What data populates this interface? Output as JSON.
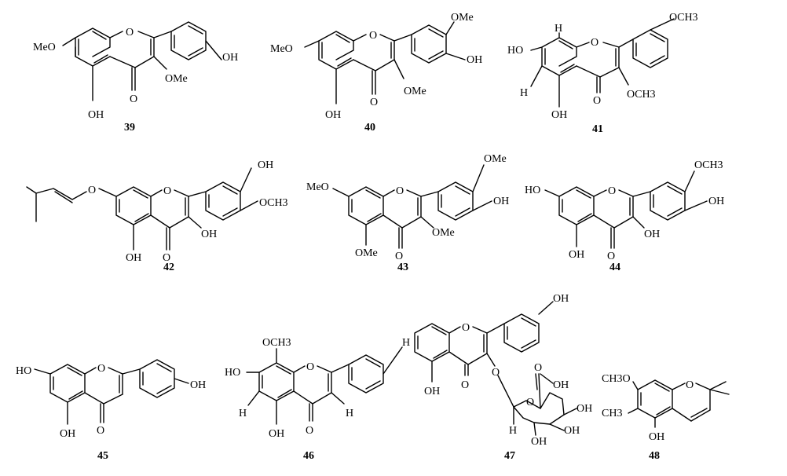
{
  "compounds": [
    {
      "number": "39",
      "labels": {
        "r7": "MeO",
        "r5": "OH",
        "r3": "OMe",
        "o1": "O",
        "c4o": "O",
        "b4": "OH"
      }
    },
    {
      "number": "40",
      "labels": {
        "r7": "MeO",
        "r5": "OH",
        "r3": "OMe",
        "o1": "O",
        "c4o": "O",
        "b3": "OMe",
        "b4": "OH"
      }
    },
    {
      "number": "41",
      "labels": {
        "r7": "HO",
        "r5": "OH",
        "r3": "OCH3",
        "o1": "O",
        "c4o": "O",
        "b4": "OCH3",
        "h8": "H",
        "h6": "H"
      }
    },
    {
      "number": "42",
      "labels": {
        "r5": "OH",
        "r3": "OH",
        "o1": "O",
        "c4o": "O",
        "b3": "OH",
        "b4": "OCH3",
        "o7": "O"
      }
    },
    {
      "number": "43",
      "labels": {
        "r7": "MeO",
        "r5": "OMe",
        "r3": "OMe",
        "o1": "O",
        "c4o": "O",
        "b3": "OMe",
        "b4": "OH"
      }
    },
    {
      "number": "44",
      "labels": {
        "r7": "HO",
        "r5": "OH",
        "r3": "OH",
        "o1": "O",
        "c4o": "O",
        "b3": "OCH3",
        "b4": "OH"
      }
    },
    {
      "number": "45",
      "labels": {
        "r7": "HO",
        "r5": "OH",
        "o1": "O",
        "c4o": "O",
        "b4": "OH"
      }
    },
    {
      "number": "46",
      "labels": {
        "r7": "HO",
        "r5": "OH",
        "r8": "OCH3",
        "h6": "H",
        "h3": "H",
        "o1": "O",
        "c4o": "O",
        "bH": "H"
      }
    },
    {
      "number": "47",
      "labels": {
        "r5": "OH",
        "o1": "O",
        "c4o": "O",
        "o3": "O",
        "b4": "OH",
        "cooh": "OH",
        "carbO": "O",
        "s1": "OH",
        "s2": "OH",
        "s3": "OH",
        "s4": "H",
        "sO": "O"
      }
    },
    {
      "number": "48",
      "labels": {
        "r7": "CH3O",
        "r6": "CH3",
        "r5": "OH",
        "o1": "O"
      }
    }
  ]
}
